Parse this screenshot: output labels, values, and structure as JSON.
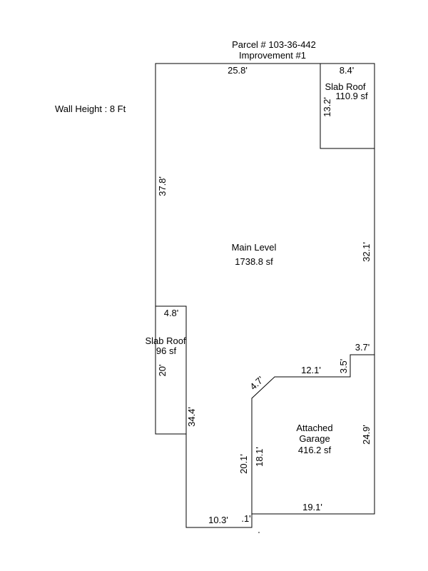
{
  "header": {
    "parcel": "Parcel # 103-36-442",
    "improvement": "Improvement #1"
  },
  "wall_height": "Wall Height : 8 Ft",
  "areas": {
    "main": {
      "name": "Main Level",
      "area": "1738.8 sf"
    },
    "slab_roof_top": {
      "name": "Slab Roof",
      "area": "110.9 sf"
    },
    "slab_roof_left": {
      "name": "Slab Roof",
      "area": "96 sf"
    },
    "garage": {
      "name_line1": "Attached",
      "name_line2": "Garage",
      "area": "416.2 sf"
    }
  },
  "dimensions": {
    "main_top": "25.8'",
    "main_left": "37.8'",
    "main_right": "32.1'",
    "slab_top_width": "8.4'",
    "slab_top_height": "13.2'",
    "slab_left_width": "4.8'",
    "slab_left_height": "20'",
    "left_lower": "34.4'",
    "bottom_left": "10.3'",
    "bottom_tiny": ".1'",
    "inner_vertical": "20.1'",
    "garage_left": "18.1'",
    "garage_diagonal": "4.7'",
    "garage_top": "12.1'",
    "garage_step_vertical": "3.5'",
    "garage_step_horizontal": "3.7'",
    "garage_right": "24.9'",
    "garage_bottom": "19.1'"
  }
}
